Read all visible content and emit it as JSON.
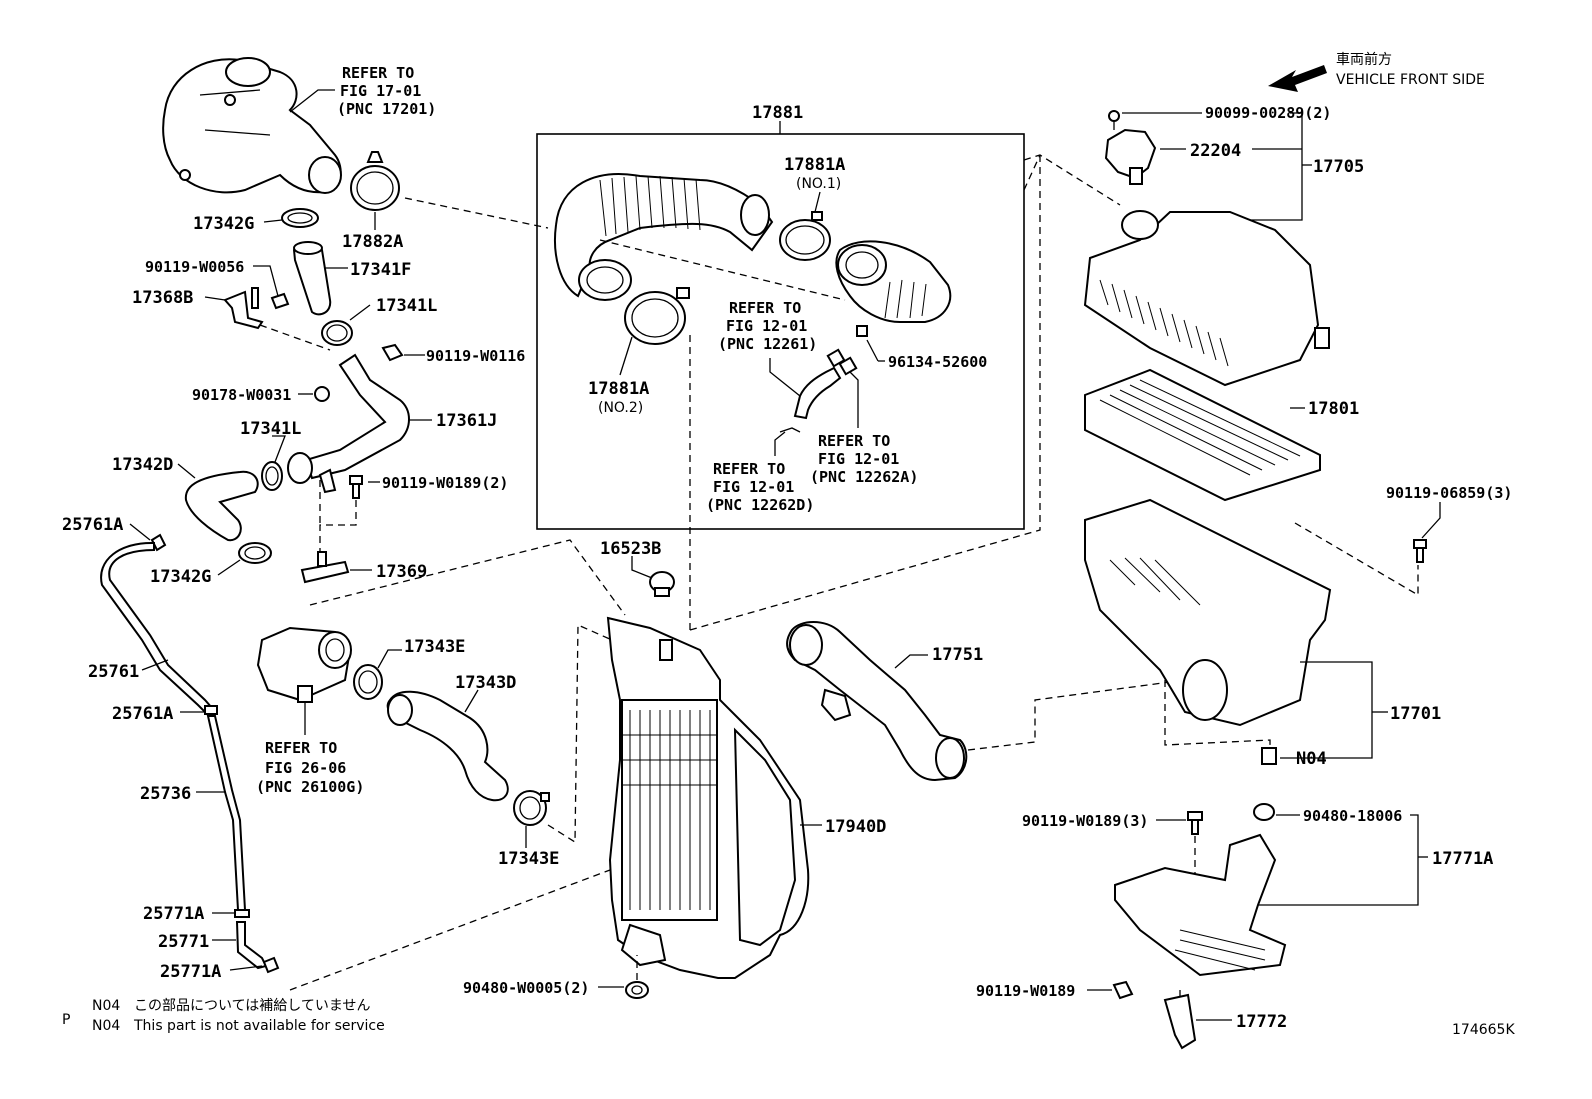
{
  "header": {
    "jp_direction": "車両前方",
    "vehicle_front": "VEHICLE FRONT SIDE"
  },
  "labels": {
    "p17881": "17881",
    "p17881A_1": "17881A",
    "no1": "(NO.1)",
    "p17881A_2": "17881A",
    "no2": "(NO.2)",
    "p96134": "96134-52600",
    "refer_12261": [
      "REFER TO",
      "FIG 12-01",
      "(PNC 12261)"
    ],
    "refer_12262A": [
      "REFER TO",
      "FIG 12-01",
      "(PNC 12262A)"
    ],
    "refer_12262D": [
      "REFER TO",
      "FIG 12-01",
      "(PNC 12262D)"
    ],
    "refer_17201": [
      "REFER TO",
      "FIG 17-01",
      "(PNC 17201)"
    ],
    "refer_26100G": [
      "REFER TO",
      "FIG 26-06",
      "(PNC 26100G)"
    ],
    "p17342G_top": "17342G",
    "p17882A": "17882A",
    "p90119_w0056": "90119-W0056",
    "p17341F": "17341F",
    "p17368B": "17368B",
    "p17341L_top": "17341L",
    "p90119_w0116": "90119-W0116",
    "p90178_w0031": "90178-W0031",
    "p17361J": "17361J",
    "p17341L": "17341L",
    "p17342D": "17342D",
    "p90119_w0189_2": "90119-W0189(2)",
    "p25761A_top": "25761A",
    "p17342G": "17342G",
    "p17369": "17369",
    "p16523B": "16523B",
    "p17343E_top": "17343E",
    "p17343D": "17343D",
    "p25761": "25761",
    "p25761A": "25761A",
    "p25736": "25736",
    "p17343E": "17343E",
    "p17940D": "17940D",
    "p25771A_top": "25771A",
    "p25771": "25771",
    "p25771A": "25771A",
    "p90480_w0005": "90480-W0005(2)",
    "p17751": "17751",
    "p90099": "90099-00289(2)",
    "p22204": "22204",
    "p17705": "17705",
    "p17801": "17801",
    "p90119_06859": "90119-06859(3)",
    "p17701": "17701",
    "n04": "N04",
    "p90119_w0189_3": "90119-W0189(3)",
    "p90480_18006": "90480-18006",
    "p17771A": "17771A",
    "p90119_w0189": "90119-W0189",
    "p17772": "17772"
  },
  "footer": {
    "p_mark": "P",
    "n04_code_jp": "N04",
    "n04_jp": "この部品については補給していません",
    "n04_code_en": "N04",
    "n04_en": "This part is not available for service",
    "figure_id": "174665K"
  }
}
